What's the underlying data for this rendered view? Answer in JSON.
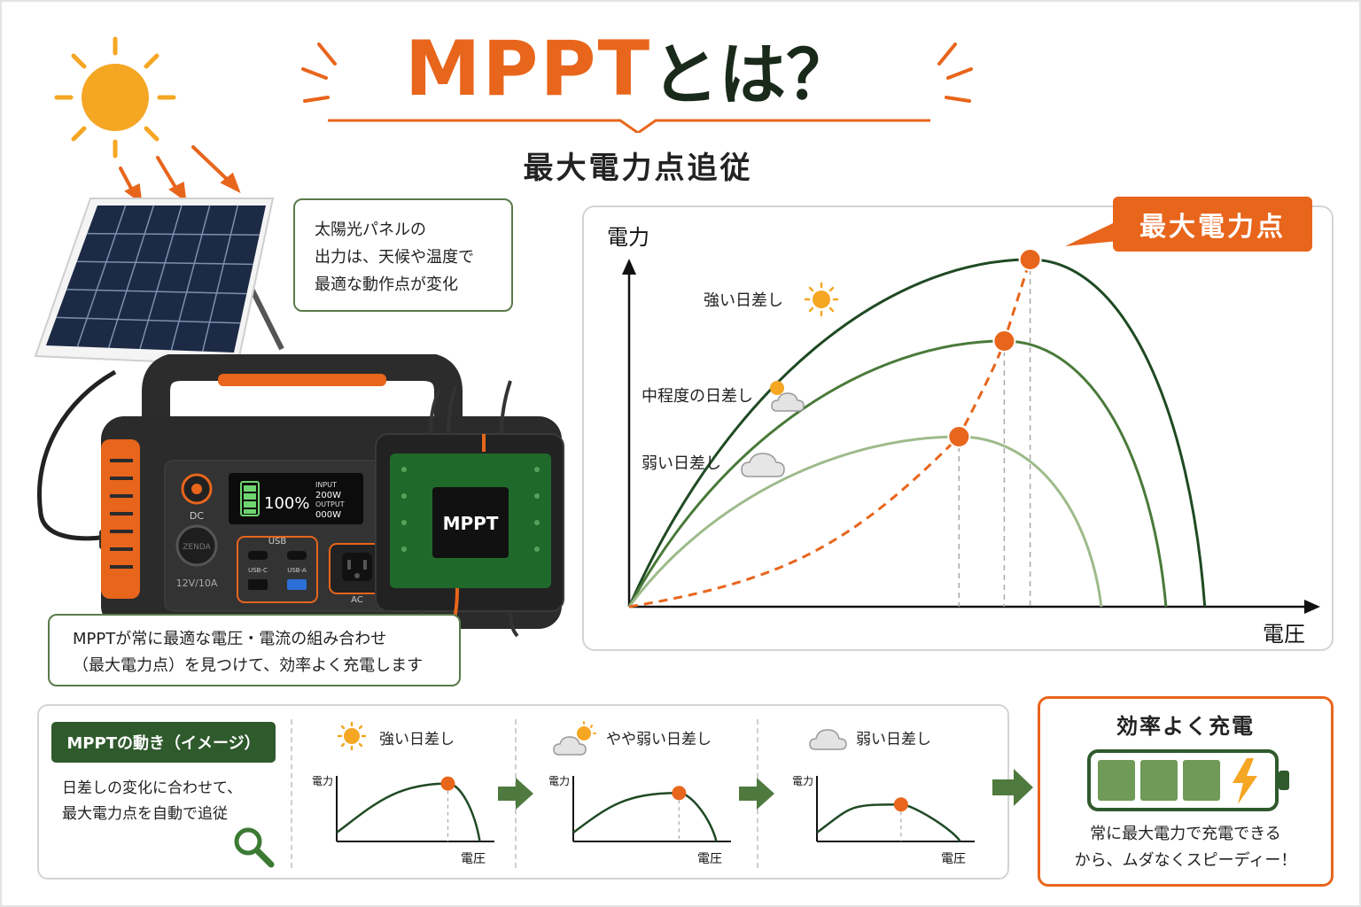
{
  "title": {
    "main": "MPPT",
    "suffix": "とは？",
    "subtitle": "最大電力点追従"
  },
  "notes": {
    "panel_line1": "太陽光パネルの",
    "panel_line2": "出力は、天候や温度で",
    "panel_line3": "最適な動作点が変化",
    "mppt_line1": "MPPTが常に最適な電圧・電流の組み合わせ",
    "mppt_line2": "（最大電力点）を見つけて、効率よく充電します"
  },
  "device": {
    "display_percent": "100%",
    "input_label": "INPUT",
    "input_value": "200W",
    "output_label": "OUTPUT",
    "output_value": "000W",
    "dc_label": "DC",
    "usb_label": "USB",
    "usbc_label": "USB-C",
    "usba_label": "USB-A",
    "ac_label": "AC",
    "car_port_label": "12V/10A",
    "brand": "ZENDA",
    "controller_label": "MPPT"
  },
  "chart_data": {
    "type": "line",
    "title": "",
    "xlabel": "電圧",
    "ylabel": "電力",
    "peak_label": "最大電力点",
    "xlim": [
      0,
      100
    ],
    "ylim": [
      0,
      100
    ],
    "series": [
      {
        "name": "強い日差し",
        "color": "#1f4a23",
        "peak_x": 62,
        "peak_y": 98,
        "end_x": 89
      },
      {
        "name": "中程度の日差し",
        "color": "#4a7a3a",
        "peak_x": 58,
        "peak_y": 75,
        "end_x": 83
      },
      {
        "name": "弱い日差し",
        "color": "#9dbb8a",
        "peak_x": 51,
        "peak_y": 48,
        "end_x": 73
      }
    ],
    "tracking": {
      "color": "#e8651c",
      "style": "dashed"
    },
    "grid": false,
    "legend": "inline"
  },
  "motion": {
    "badge": "MPPTの動き（イメージ）",
    "desc_line1": "日差しの変化に合わせて、",
    "desc_line2": "最大電力点を自動で追従",
    "stages": [
      {
        "label": "強い日差し",
        "ylabel": "電力",
        "xlabel": "電圧",
        "peak": 0.86,
        "peak_x": 0.82
      },
      {
        "label": "やや弱い日差し",
        "ylabel": "電力",
        "xlabel": "電圧",
        "peak": 0.72,
        "peak_x": 0.78
      },
      {
        "label": "弱い日差し",
        "ylabel": "電力",
        "xlabel": "電圧",
        "peak": 0.55,
        "peak_x": 0.62
      }
    ]
  },
  "efficiency": {
    "title": "効率よく充電",
    "desc_line1": "常に最大電力で充電できる",
    "desc_line2": "から、ムダなくスピーディー！"
  },
  "colors": {
    "accent": "#e8651c",
    "dark_green": "#2f5a2c",
    "mid_green": "#4a7a3a",
    "light_green": "#9dbb8a",
    "sun": "#f5a623"
  }
}
